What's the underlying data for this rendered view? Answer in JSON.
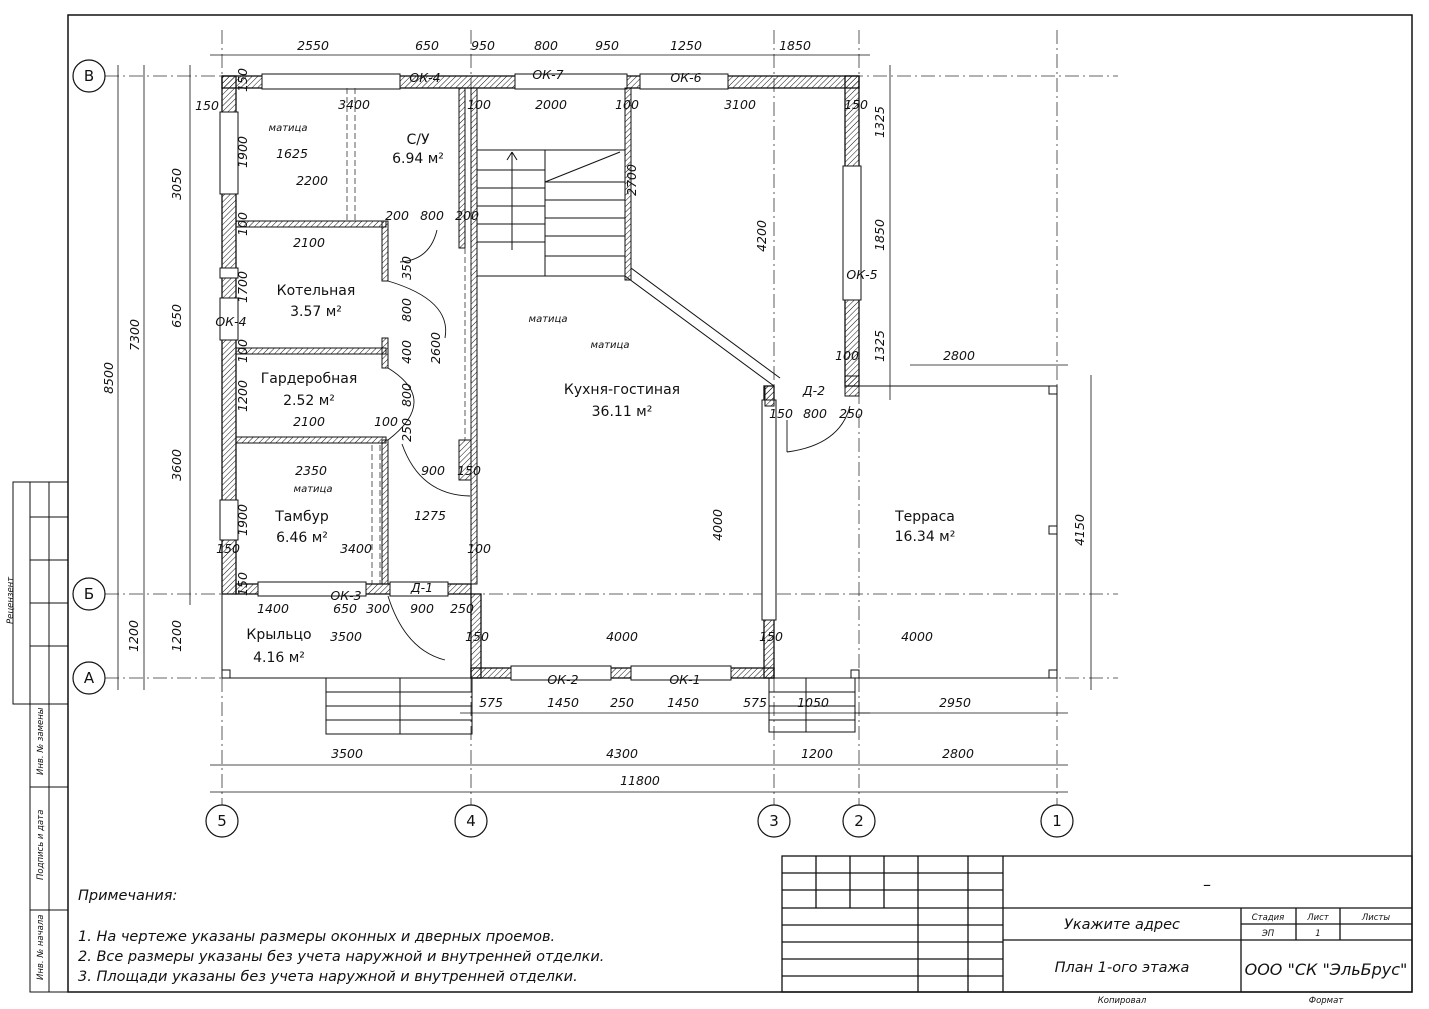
{
  "axes": {
    "letters": [
      "В",
      "Б",
      "А"
    ],
    "numbers": [
      "5",
      "4",
      "3",
      "2",
      "1"
    ]
  },
  "rooms": [
    {
      "name": "С/У",
      "area": "6.94 м²"
    },
    {
      "name": "Котельная",
      "area": "3.57 м²"
    },
    {
      "name": "Гардеробная",
      "area": "2.52 м²"
    },
    {
      "name": "Тамбур",
      "area": "6.46 м²"
    },
    {
      "name": "Крыльцо",
      "area": "4.16 м²"
    },
    {
      "name": "Кухня-гостиная",
      "area": "36.11 м²"
    },
    {
      "name": "Терраса",
      "area": "16.34 м²"
    }
  ],
  "openings": [
    "ОК-4",
    "ОК-7",
    "ОК-6",
    "ОК-5",
    "ОК-4",
    "ОК-3",
    "Д-1",
    "ОК-2",
    "ОК-1",
    "Д-2"
  ],
  "labels": {
    "matica": "матица"
  },
  "dims": {
    "top": [
      "2550",
      "650",
      "950",
      "800",
      "950",
      "1250",
      "1850"
    ],
    "bottom1": [
      "575",
      "1450",
      "250",
      "1450",
      "575",
      "1050",
      "2950"
    ],
    "bottom2": [
      "3500",
      "4300",
      "1200",
      "2800"
    ],
    "bottom_total": "11800",
    "left_outer": [
      "8500",
      "1200"
    ],
    "left_mid": [
      "7300",
      "1200"
    ],
    "left_inner": [
      "3050",
      "650",
      "3600"
    ],
    "right": [
      "1325",
      "1850",
      "1325",
      "4150"
    ],
    "inner": [
      "150",
      "150",
      "3400",
      "1625",
      "2200",
      "100",
      "2000",
      "100",
      "3100",
      "150",
      "1900",
      "100",
      "2100",
      "200",
      "800",
      "200",
      "2700",
      "4200",
      "1700",
      "350",
      "800",
      "650",
      "100",
      "400",
      "2600",
      "1200",
      "2100",
      "800",
      "100",
      "250",
      "900",
      "150",
      "2350",
      "1275",
      "1900",
      "3400",
      "100",
      "150",
      "150",
      "1400",
      "650",
      "300",
      "900",
      "250",
      "3500",
      "4000",
      "150",
      "150",
      "4000",
      "4000",
      "100",
      "150",
      "800",
      "250",
      "2800"
    ]
  },
  "notes": {
    "title": "Примечания:",
    "items": [
      "1. На чертеже указаны размеры оконных и дверных проемов.",
      "2. Все размеры указаны без учета наружной и внутренней отделки.",
      "3. Площади указаны без учета наружной и внутренней отделки."
    ]
  },
  "stamp": {
    "dash": "–",
    "address": "Укажите адрес",
    "sheet_title": "План 1-ого этажа",
    "company": "ООО \"СК \"ЭльБрус\"",
    "stage_h": "Стадия",
    "sheet_h": "Лист",
    "sheets_h": "Листы",
    "stage": "ЭП",
    "sheet": "1",
    "copied": "Копировал",
    "format": "Формат"
  },
  "side": {
    "reviewer": "Рецензент",
    "inv_repl": "Инв. № замены",
    "sign_date": "Подпись и дата",
    "inv_orig": "Инв. № начала"
  }
}
